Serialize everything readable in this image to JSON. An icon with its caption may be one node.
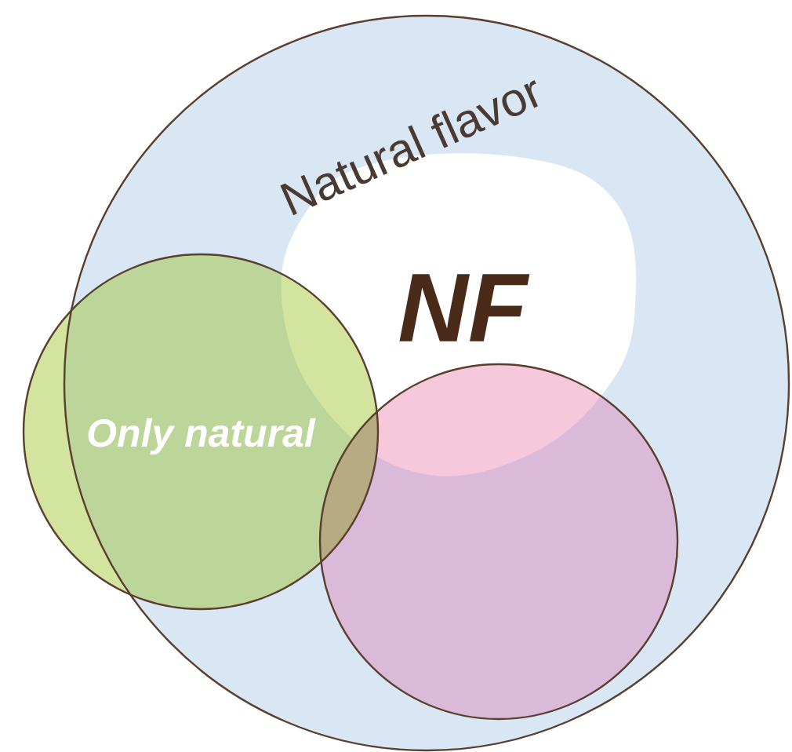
{
  "diagram": {
    "nodes": [
      {
        "text": [
          "Natural flavor"
        ]
      },
      {
        "text": [
          "NF"
        ],
        "in": 0
      },
      {
        "text": [
          "Only natural"
        ]
      },
      {
        "text": [],
        "shape": "circle",
        "in": 0
      }
    ]
  }
}
